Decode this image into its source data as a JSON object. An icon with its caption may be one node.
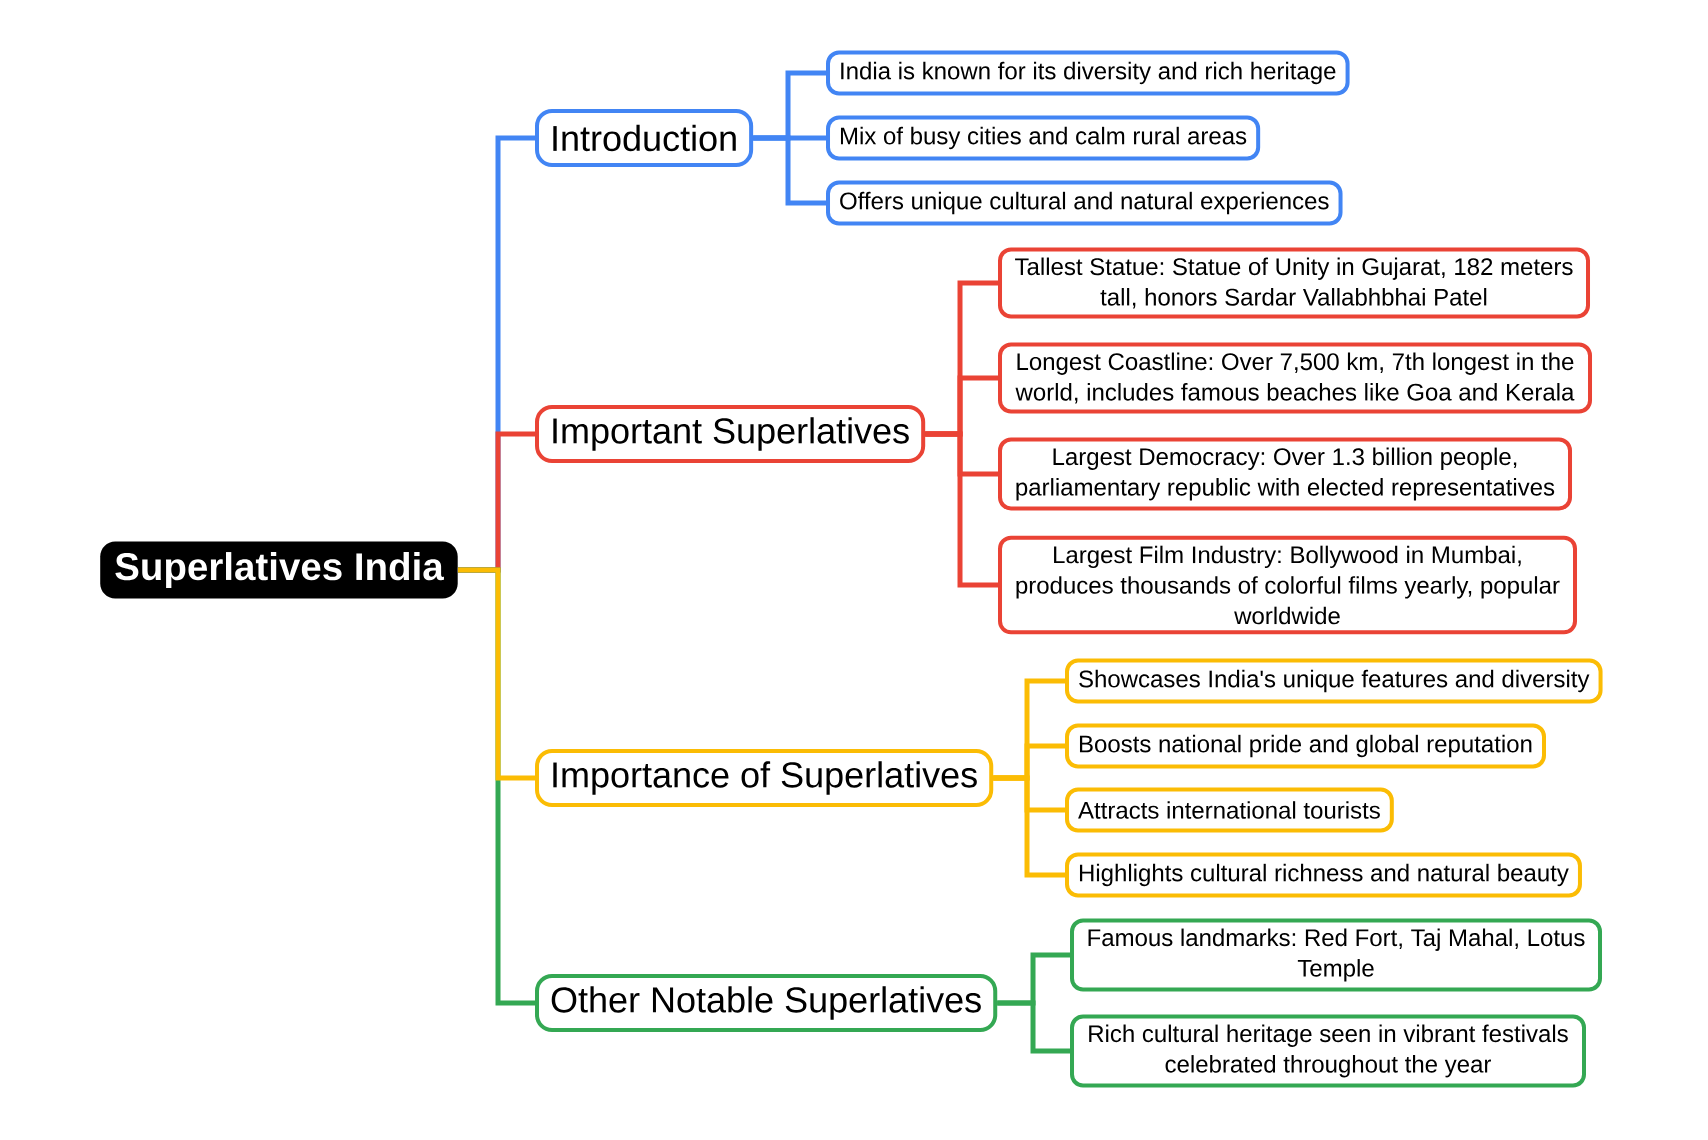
{
  "diagram": {
    "nodes": [
      {
        "text": [
          "Superlatives India"
        ]
      },
      {
        "text": [
          "Introduction"
        ]
      },
      {
        "text": [
          "India is known for its diversity and rich heritage"
        ]
      },
      {
        "text": [
          "Mix of busy cities and calm rural areas"
        ]
      },
      {
        "text": [
          "Offers unique cultural and natural experiences"
        ]
      },
      {
        "text": [
          "Important Superlatives"
        ]
      },
      {
        "text": [
          "Tallest Statue: Statue of Unity in Gujarat, 182 meters tall, honors Sardar Vallabhbhai Patel"
        ]
      },
      {
        "text": [
          "Longest Coastline: Over 7,500 km, 7th longest in the world, includes famous beaches like Goa and Kerala"
        ]
      },
      {
        "text": [
          "Largest Democracy: Over 1.3 billion people, parliamentary republic with elected representatives"
        ]
      },
      {
        "text": [
          "Largest Film Industry: Bollywood in Mumbai, produces thousands of colorful films yearly, popular worldwide"
        ]
      },
      {
        "text": [
          "Importance of Superlatives"
        ]
      },
      {
        "text": [
          "Showcases India's unique features and diversity"
        ]
      },
      {
        "text": [
          "Boosts national pride and global reputation"
        ]
      },
      {
        "text": [
          "Attracts international tourists"
        ]
      },
      {
        "text": [
          "Highlights cultural richness and natural beauty"
        ]
      },
      {
        "text": [
          "Other Notable Superlatives"
        ]
      },
      {
        "text": [
          "Famous landmarks: Red Fort, Taj Mahal, Lotus Temple"
        ]
      },
      {
        "text": [
          "Rich cultural heritage seen in vibrant festivals celebrated throughout the year"
        ]
      }
    ],
    "edges": [
      {
        "from": 0,
        "to": 1,
        "arrow": "none",
        "color": "#4285f4"
      },
      {
        "from": 0,
        "to": 5,
        "arrow": "none",
        "color": "#ea4335"
      },
      {
        "from": 0,
        "to": 10,
        "arrow": "none",
        "color": "#fbbc04"
      },
      {
        "from": 0,
        "to": 15,
        "arrow": "none",
        "color": "#34a853"
      },
      {
        "from": 1,
        "to": 2,
        "arrow": "none",
        "color": "#4285f4"
      },
      {
        "from": 1,
        "to": 3,
        "arrow": "none",
        "color": "#4285f4"
      },
      {
        "from": 1,
        "to": 4,
        "arrow": "none",
        "color": "#4285f4"
      },
      {
        "from": 5,
        "to": 6,
        "arrow": "none",
        "color": "#ea4335"
      },
      {
        "from": 5,
        "to": 7,
        "arrow": "none",
        "color": "#ea4335"
      },
      {
        "from": 5,
        "to": 8,
        "arrow": "none",
        "color": "#ea4335"
      },
      {
        "from": 5,
        "to": 9,
        "arrow": "none",
        "color": "#ea4335"
      },
      {
        "from": 10,
        "to": 11,
        "arrow": "none",
        "color": "#fbbc04"
      },
      {
        "from": 10,
        "to": 12,
        "arrow": "none",
        "color": "#fbbc04"
      },
      {
        "from": 10,
        "to": 13,
        "arrow": "none",
        "color": "#fbbc04"
      },
      {
        "from": 10,
        "to": 14,
        "arrow": "none",
        "color": "#fbbc04"
      },
      {
        "from": 15,
        "to": 16,
        "arrow": "none",
        "color": "#34a853"
      },
      {
        "from": 15,
        "to": 17,
        "arrow": "none",
        "color": "#34a853"
      }
    ]
  }
}
